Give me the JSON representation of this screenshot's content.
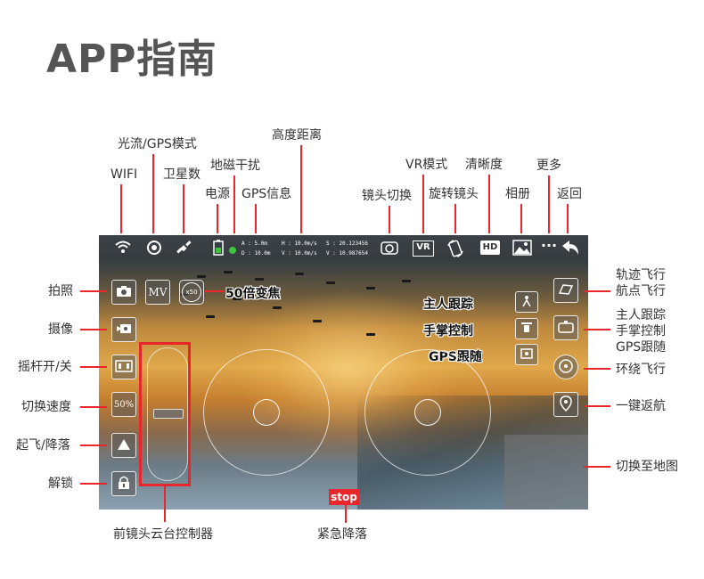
{
  "title": "APP指南",
  "top_labels": {
    "wifi": "WIFI",
    "optical_gps_mode": "光流/GPS模式",
    "satellites": "卫星数",
    "magnetic_interference": "地磁干扰",
    "power": "电源",
    "gps_info": "GPS信息",
    "altitude_distance": "高度距离",
    "lens_switch": "镜头切换",
    "vr_mode": "VR模式",
    "rotate_lens": "旋转镜头",
    "resolution": "清晰度",
    "album": "相册",
    "more": "更多",
    "back": "返回"
  },
  "left_labels": {
    "photo": "拍照",
    "video": "摄像",
    "joystick_toggle": "摇杆开/关",
    "switch_speed": "切换速度",
    "takeoff_land": "起飞/降落",
    "unlock": "解锁"
  },
  "right_labels": {
    "trajectory": "轨迹飞行",
    "waypoint": "航点飞行",
    "follow_me": "主人跟踪",
    "gesture": "手掌控制",
    "gps_follow": "GPS跟随",
    "orbit": "环绕飞行",
    "return_home": "一键返航",
    "switch_map": "切换至地图"
  },
  "bottom_labels": {
    "gimbal": "前镜头云台控制器",
    "emergency": "紧急降落"
  },
  "overlay": {
    "zoom_50x": "50倍变焦",
    "follow_me": "主人跟踪",
    "gesture": "手掌控制",
    "gps_follow": "GPS跟随",
    "stop": "stop"
  },
  "buttons": {
    "mv": "MV",
    "speed": "50%",
    "zoom": "x50",
    "hd": "HD"
  },
  "telemetry": {
    "a": "A : 5.0m",
    "d": "D : 10.0m",
    "h": "H : 10.0m/s",
    "v": "V : 10.0m/s",
    "s": "S : 20.123456",
    "v2": "V : 10.987654"
  },
  "colors": {
    "accent": "#e8262c",
    "title": "#555555"
  },
  "icons": {
    "wifi": "wifi-icon",
    "mode": "mode-icon",
    "satellite": "satellite-icon",
    "battery": "battery-icon",
    "camera": "camera-icon",
    "video": "video-camera-icon",
    "takeoff": "takeoff-icon",
    "lock": "lock-icon",
    "orbit": "orbit-icon",
    "return": "return-home-icon",
    "back": "back-arrow-icon"
  }
}
